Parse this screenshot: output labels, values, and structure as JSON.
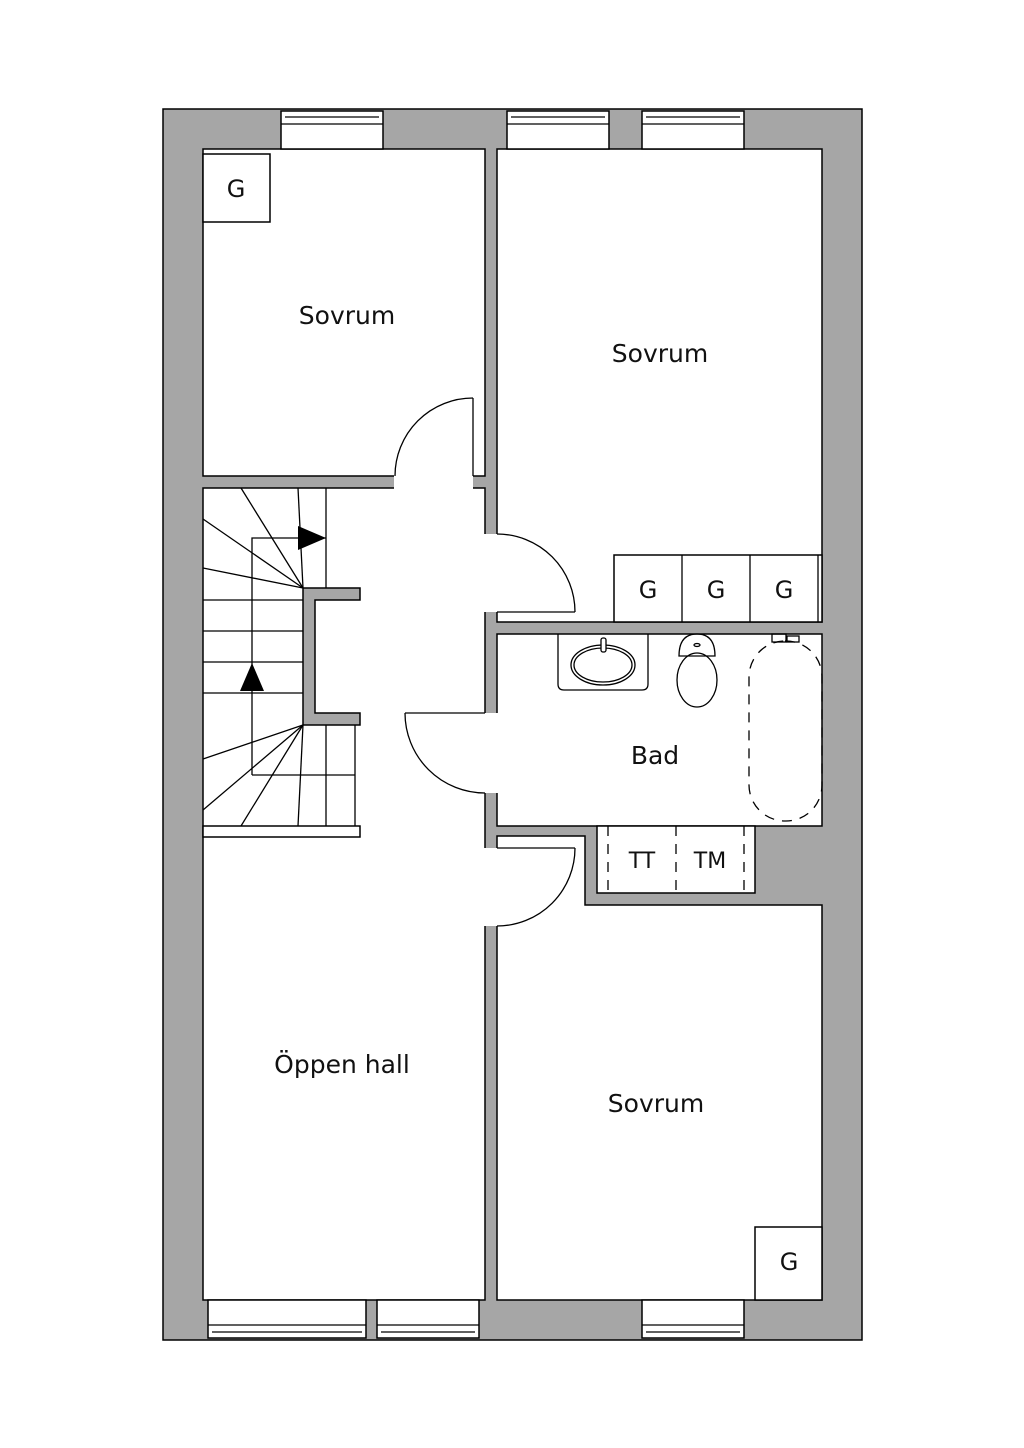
{
  "rooms": {
    "bedroom_top_left": "Sovrum",
    "bedroom_top_right": "Sovrum",
    "bathroom": "Bad",
    "hall": "Öppen hall",
    "bedroom_bottom_right": "Sovrum"
  },
  "closets": {
    "top_left": "G",
    "row": [
      "G",
      "G",
      "G"
    ],
    "bottom_right": "G"
  },
  "appliances": {
    "dryer": "TT",
    "washer": "TM"
  },
  "colors": {
    "wall": "#a6a6a6"
  }
}
